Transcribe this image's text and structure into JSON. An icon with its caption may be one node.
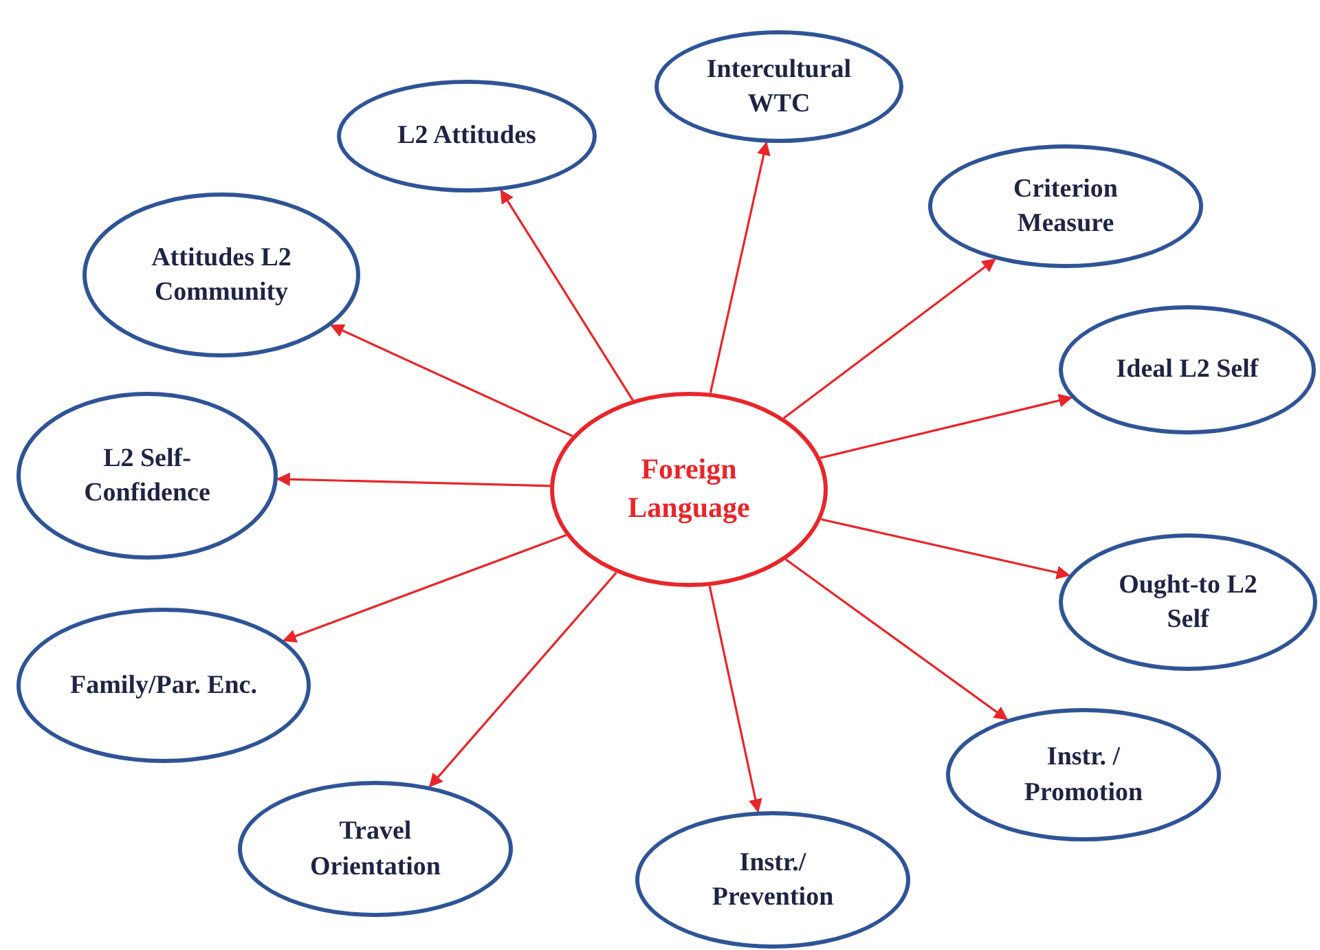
{
  "diagram": {
    "nodes": [
      {
        "text": [
          "Foreign Language"
        ]
      },
      {
        "text": [
          "Intercultural WTC"
        ]
      },
      {
        "text": [
          "L2 Attitudes"
        ]
      },
      {
        "text": [
          "Criterion Measure"
        ]
      },
      {
        "text": [
          "Attitudes L2 Community"
        ]
      },
      {
        "text": [
          "Ideal L2 Self"
        ]
      },
      {
        "text": [
          "L2 Self- Confidence"
        ]
      },
      {
        "text": [
          "Ought-to L2 Self"
        ]
      },
      {
        "text": [
          "Family/Par. Enc."
        ]
      },
      {
        "text": [
          "Instr. / Promotion"
        ]
      },
      {
        "text": [
          "Travel Orientation"
        ]
      },
      {
        "text": [
          "Instr./ Prevention"
        ]
      }
    ],
    "edges": [
      {
        "from": 0,
        "to": 1,
        "arrow": "to"
      },
      {
        "from": 0,
        "to": 2,
        "arrow": "to"
      },
      {
        "from": 0,
        "to": 3,
        "arrow": "to"
      },
      {
        "from": 0,
        "to": 4,
        "arrow": "to"
      },
      {
        "from": 0,
        "to": 5,
        "arrow": "to"
      },
      {
        "from": 0,
        "to": 6,
        "arrow": "to"
      },
      {
        "from": 0,
        "to": 7,
        "arrow": "to"
      },
      {
        "from": 0,
        "to": 8,
        "arrow": "to"
      },
      {
        "from": 0,
        "to": 9,
        "arrow": "to"
      },
      {
        "from": 0,
        "to": 10,
        "arrow": "to"
      },
      {
        "from": 0,
        "to": 11,
        "arrow": "to"
      }
    ]
  }
}
